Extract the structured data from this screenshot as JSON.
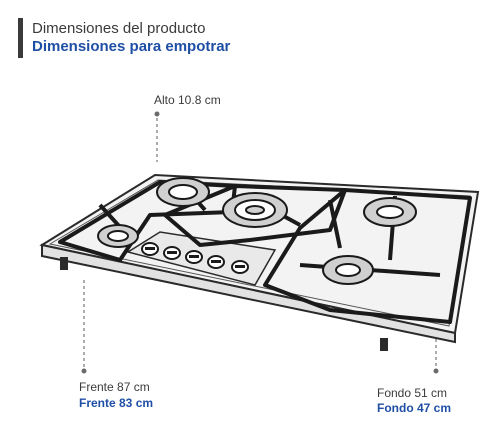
{
  "header": {
    "title": "Dimensiones del producto",
    "subtitle": "Dimensiones para empotrar"
  },
  "dimensions": {
    "height_label": "Alto 10.8 cm",
    "front_product": "Frente 87 cm",
    "front_cutout": "Frente 83 cm",
    "depth_product": "Fondo 51 cm",
    "depth_cutout": "Fondo 47 cm"
  },
  "product": {
    "burners": 5,
    "control_knobs": 5
  },
  "colors": {
    "title_dark": "#3b3b3b",
    "title_blue": "#1f4fa5",
    "accent_bar": "#3a3a3a",
    "leader_line": "#8a8a8a"
  }
}
